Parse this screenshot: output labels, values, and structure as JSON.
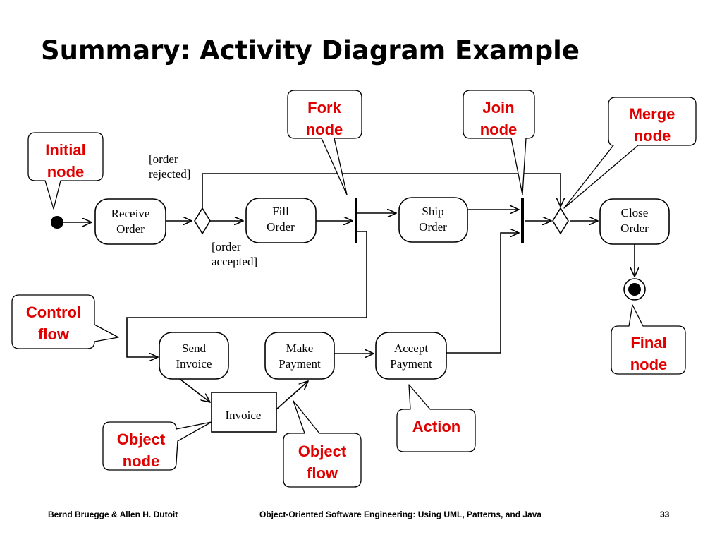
{
  "slide": {
    "title": "Summary: Activity Diagram Example",
    "footer": {
      "left": "Bernd Bruegge & Allen H. Dutoit",
      "center": "Object-Oriented Software Engineering: Using UML, Patterns, and Java",
      "page": "33"
    }
  },
  "diagram": {
    "activities": {
      "receive_order": [
        "Receive",
        "Order"
      ],
      "fill_order": [
        "Fill",
        "Order"
      ],
      "ship_order": [
        "Ship",
        "Order"
      ],
      "close_order": [
        "Close",
        "Order"
      ],
      "send_invoice": [
        "Send",
        "Invoice"
      ],
      "make_payment": [
        "Make",
        "Payment"
      ],
      "accept_payment": [
        "Accept",
        "Payment"
      ]
    },
    "object_node": "Invoice",
    "guards": {
      "rejected": [
        "[order",
        "rejected]"
      ],
      "accepted": [
        "[order",
        "accepted]"
      ]
    },
    "callouts": {
      "initial": [
        "Initial",
        "node"
      ],
      "fork": [
        "Fork",
        "node"
      ],
      "join": [
        "Join",
        "node"
      ],
      "merge": [
        "Merge",
        "node"
      ],
      "control_flow": [
        "Control",
        "flow"
      ],
      "final": [
        "Final",
        "node"
      ],
      "object_node": [
        "Object",
        "node"
      ],
      "object_flow": [
        "Object",
        "flow"
      ],
      "action": [
        "Action"
      ]
    },
    "colors": {
      "callout_text": "#e00000",
      "line": "#000000"
    }
  }
}
